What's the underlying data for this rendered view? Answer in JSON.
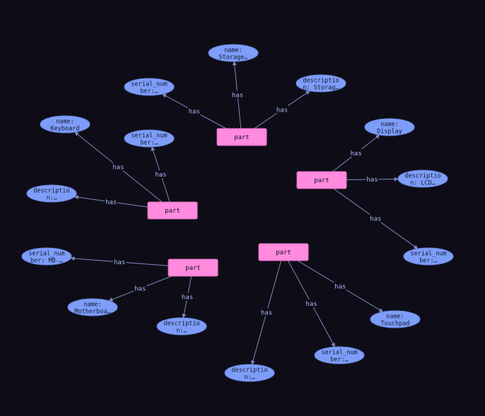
{
  "edge_label": "has",
  "parts": [
    {
      "label": "part",
      "attrs": [
        {
          "lines": [
            "name:",
            "Storage…"
          ]
        },
        {
          "lines": [
            "serial_num",
            "ber:…"
          ]
        },
        {
          "lines": [
            "descriptio",
            "n: Storag…"
          ]
        }
      ]
    },
    {
      "label": "part",
      "attrs": [
        {
          "lines": [
            "name:",
            "Keyboard"
          ]
        },
        {
          "lines": [
            "serial_num",
            "ber:…"
          ]
        },
        {
          "lines": [
            "descriptio",
            "n:…"
          ]
        }
      ]
    },
    {
      "label": "part",
      "attrs": [
        {
          "lines": [
            "name:",
            "Display"
          ]
        },
        {
          "lines": [
            "descriptio",
            "n: LCD…"
          ]
        },
        {
          "lines": [
            "serial_num",
            "ber:…"
          ]
        }
      ]
    },
    {
      "label": "part",
      "attrs": [
        {
          "lines": [
            "serial_num",
            "ber: MB-…"
          ]
        },
        {
          "lines": [
            "name:",
            "Motherboa…"
          ]
        },
        {
          "lines": [
            "descriptio",
            "n:…"
          ]
        }
      ]
    },
    {
      "label": "part",
      "attrs": [
        {
          "lines": [
            "descriptio",
            "n:…"
          ]
        },
        {
          "lines": [
            "serial_num",
            "ber:…"
          ]
        },
        {
          "lines": [
            "name:",
            "Touchpad"
          ]
        }
      ]
    }
  ]
}
